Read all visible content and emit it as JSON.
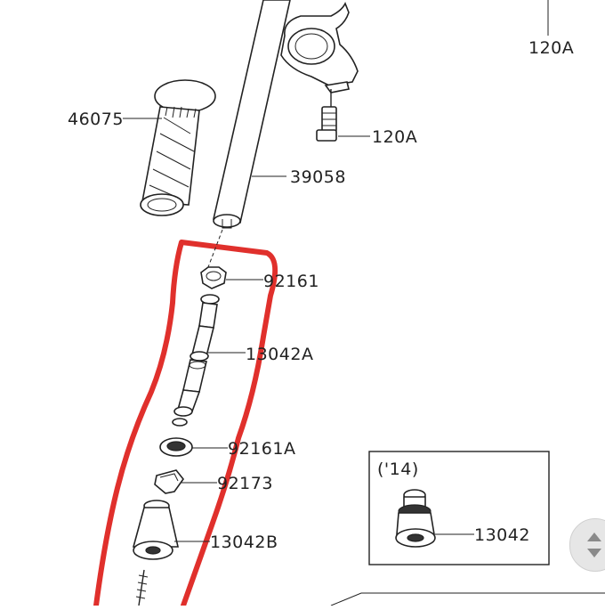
{
  "labels": {
    "p120a_top": "120A",
    "p46075": "46075",
    "p120a_bolt": "120A",
    "p39058": "39058",
    "p92161": "92161",
    "p13042a": "13042A",
    "p92161a": "92161A",
    "p92173": "92173",
    "p13042b": "13042B",
    "inset_year": "('14)",
    "p13042": "13042"
  },
  "colors": {
    "highlight": "#e0302c",
    "ink": "#222222",
    "scroll_button": "#e6e6e6"
  },
  "icons": {
    "scroll": "scroll-up-down-icon"
  }
}
